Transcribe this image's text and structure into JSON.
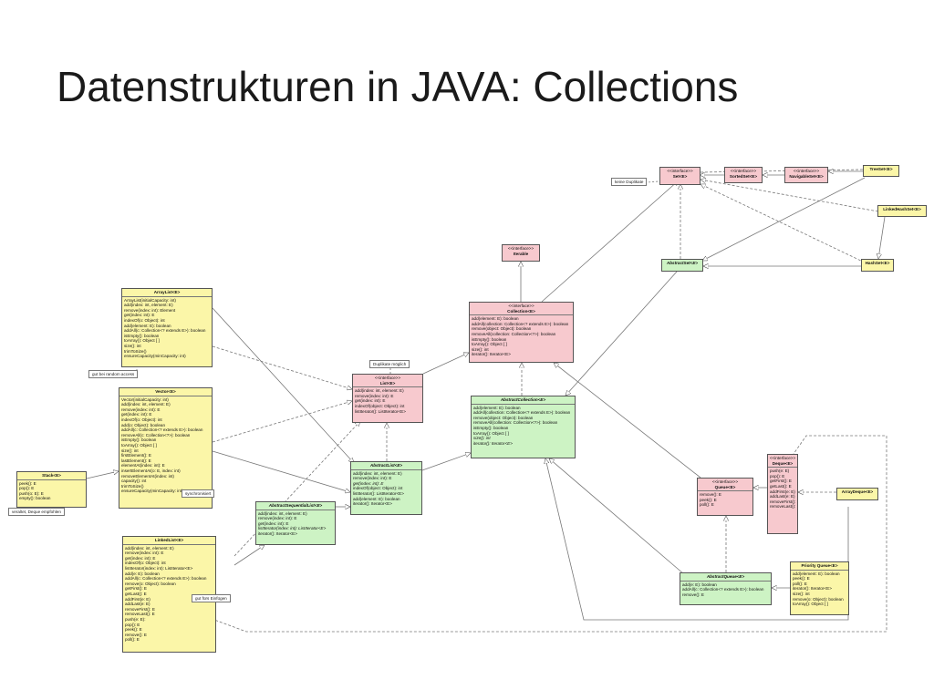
{
  "slide": {
    "title": "Datenstrukturen in JAVA: Collections"
  },
  "classes": {
    "iterable": {
      "stereotype": "<<interface>>",
      "name": "Iterable",
      "members": []
    },
    "collection": {
      "stereotype": "<<interface>>",
      "name": "Collection<E>",
      "members": [
        "add(element: E): boolean",
        "addAll(collection: Collection<? extends E>): boolean",
        "remove(object: Object): boolean",
        "removeAll(collection: Collection<?>): boolean",
        "isEmpty(): boolean",
        "toArray(): Object [ ]",
        "size(): int",
        "iterator(): Iterator<E>"
      ]
    },
    "set": {
      "stereotype": "<<interface>>",
      "name": "Set<E>",
      "members": []
    },
    "sortedset": {
      "stereotype": "<<interface>>",
      "name": "SortedSet<E>",
      "members": []
    },
    "navigableset": {
      "stereotype": "<<interface>>",
      "name": "NavigableSet<E>",
      "members": []
    },
    "treeset": {
      "name": "TreeSet<E>",
      "members": []
    },
    "linkedhashset": {
      "name": "LinkedHashSet<E>",
      "members": []
    },
    "hashset": {
      "name": "HashSet<E>",
      "members": []
    },
    "abstractset": {
      "name": "AbstractSet<E>",
      "members": []
    },
    "list": {
      "stereotype": "<<interface>>",
      "name": "List<E>",
      "members": [
        "add(index: int, element: E)",
        "remove(index: int): E",
        "get(index: int): E",
        "indexOf(object: Object): int",
        "listIterator(): ListIterator<E>"
      ]
    },
    "abstractcollection": {
      "name": "AbstractCollection<E>",
      "members": [
        "add(element: E): boolean",
        "addAll(collection: Collection<? extends E>): boolean",
        "remove(object: Object): boolean",
        "removeAll(collection: Collection<?>): boolean",
        "isEmpty(): boolean",
        "toArray(): Object [ ]",
        "size(): int",
        "iterator(): Iterator<E>"
      ]
    },
    "abstractlist": {
      "name": "AbstractList<E>",
      "members": [
        "add(index: int, element: E)",
        "remove(index: int): E",
        "get(index: int): E",
        "indexOf(object: Object): int",
        "listIterator(): ListIterator<E>",
        "add(element: E): boolean",
        "iterator(): Iterator<E>"
      ]
    },
    "abstractsequentiallist": {
      "name": "AbstractSequentialList<E>",
      "members": [
        "add(index: int, element: E)",
        "remove(index: int): E",
        "get(index: int): E",
        "listIterator(index: int): ListIterator<E>",
        "iterator(): Iterator<E>"
      ]
    },
    "arraylist": {
      "name": "ArrayList<E>",
      "members": [
        "ArrayList(initialCapacity: int)",
        "add(index: int, element: E)",
        "remove(index: int): Element",
        "get(index: int): E",
        "indexOf(o: Object): int",
        "add(element: E): boolean",
        "addAll(c: Collection<? extends E>): boolean",
        "isEmpty(): boolean",
        "toArray(): Object [ ]",
        "size(): int",
        "trimToSize()",
        "ensureCapacity(minCapacity: int)"
      ]
    },
    "vector": {
      "name": "Vector<E>",
      "members": [
        "Vector(initialCapacity: int)",
        "add(index: int, element: E)",
        "remove(index: int): E",
        "get(index: int): E",
        "indexOf(o: Object): int",
        "add(o: Object): boolean",
        "addAll(c: Collection<? extends E>): boolean",
        "removeAll(c: Collection<?>): boolean",
        "isEmpty(): boolean",
        "toArray(): Object [ ]",
        "size(): int",
        "firstElement(): E",
        "lastElement(): E",
        "elementAt(index: int): E",
        "insertElementAt(o: E, index: int)",
        "removeElementAt(index: int)",
        "capacity(): int",
        "trimToSize()",
        "ensureCapacity(minCapacity: int)"
      ]
    },
    "stack": {
      "name": "Stack<E>",
      "members": [
        "peek(): E",
        "pop(): E",
        "push(o: E): E",
        "empty(): boolean"
      ]
    },
    "linkedlist": {
      "name": "LinkedList<E>",
      "members": [
        "add(index: int, element: E)",
        "remove(index: int): E",
        "get(index: int): E",
        "indexOf(o: Object): int",
        "listIterator(index: int): ListIterator<E>",
        "add(e: E): boolean",
        "addAll(c: Collection<? extends E>): boolean",
        "remove(o: Object): boolean",
        "getFirst(): E",
        "getLast(): E",
        "addFirst(e: E)",
        "addLast(e: E)",
        "removeFirst(): E",
        "removeLast(): E",
        "push(e: E):",
        "pop(): E",
        "peek(): E",
        "remove(): E",
        "poll(): E"
      ]
    },
    "queue": {
      "stereotype": "<<interface>>",
      "name": "Queue<E>",
      "members": [
        "remove(): E",
        "peek(): E",
        "poll(): E"
      ]
    },
    "deque": {
      "stereotype": "<<interface>>",
      "name": "Deque<E>",
      "members": [
        "push(e: E)",
        "pop(): E",
        "getFirst(): E",
        "getLast(): E",
        "addFirst(e: E)",
        "addLast(e: E)",
        "removeFirst(): E",
        "removeLast(): E"
      ]
    },
    "arraydeque": {
      "name": "ArrayDeque<E>",
      "members": []
    },
    "abstractqueue": {
      "name": "AbstractQueue<E>",
      "members": [
        "add(e: E): boolean",
        "addAll(c: Collection<? extends E>): boolean",
        "remove(): E"
      ]
    },
    "priorityqueue": {
      "name": "Priority Queue<E>",
      "members": [
        "add(element: E): boolean",
        "peek(): E",
        "poll(): E",
        "iterator(): Iterator<E>",
        "size(): int",
        "remove(o: Object): boolean",
        "toArray(): Object [ ]"
      ]
    }
  },
  "notes": {
    "keine_duplikate": "keine Duplikate",
    "duplikate_moeglich": "Duplikate möglich",
    "random_access": "gut bei random access",
    "synchronisiert": "synchronisiert",
    "veraltet": "veraltet, Deque empfohlen",
    "einfuegen": "gut fürs Einfügen"
  },
  "colors": {
    "interface": "#f7c9ce",
    "concrete": "#fbf6a8",
    "abstract": "#cdf3c4",
    "line": "#777777"
  }
}
